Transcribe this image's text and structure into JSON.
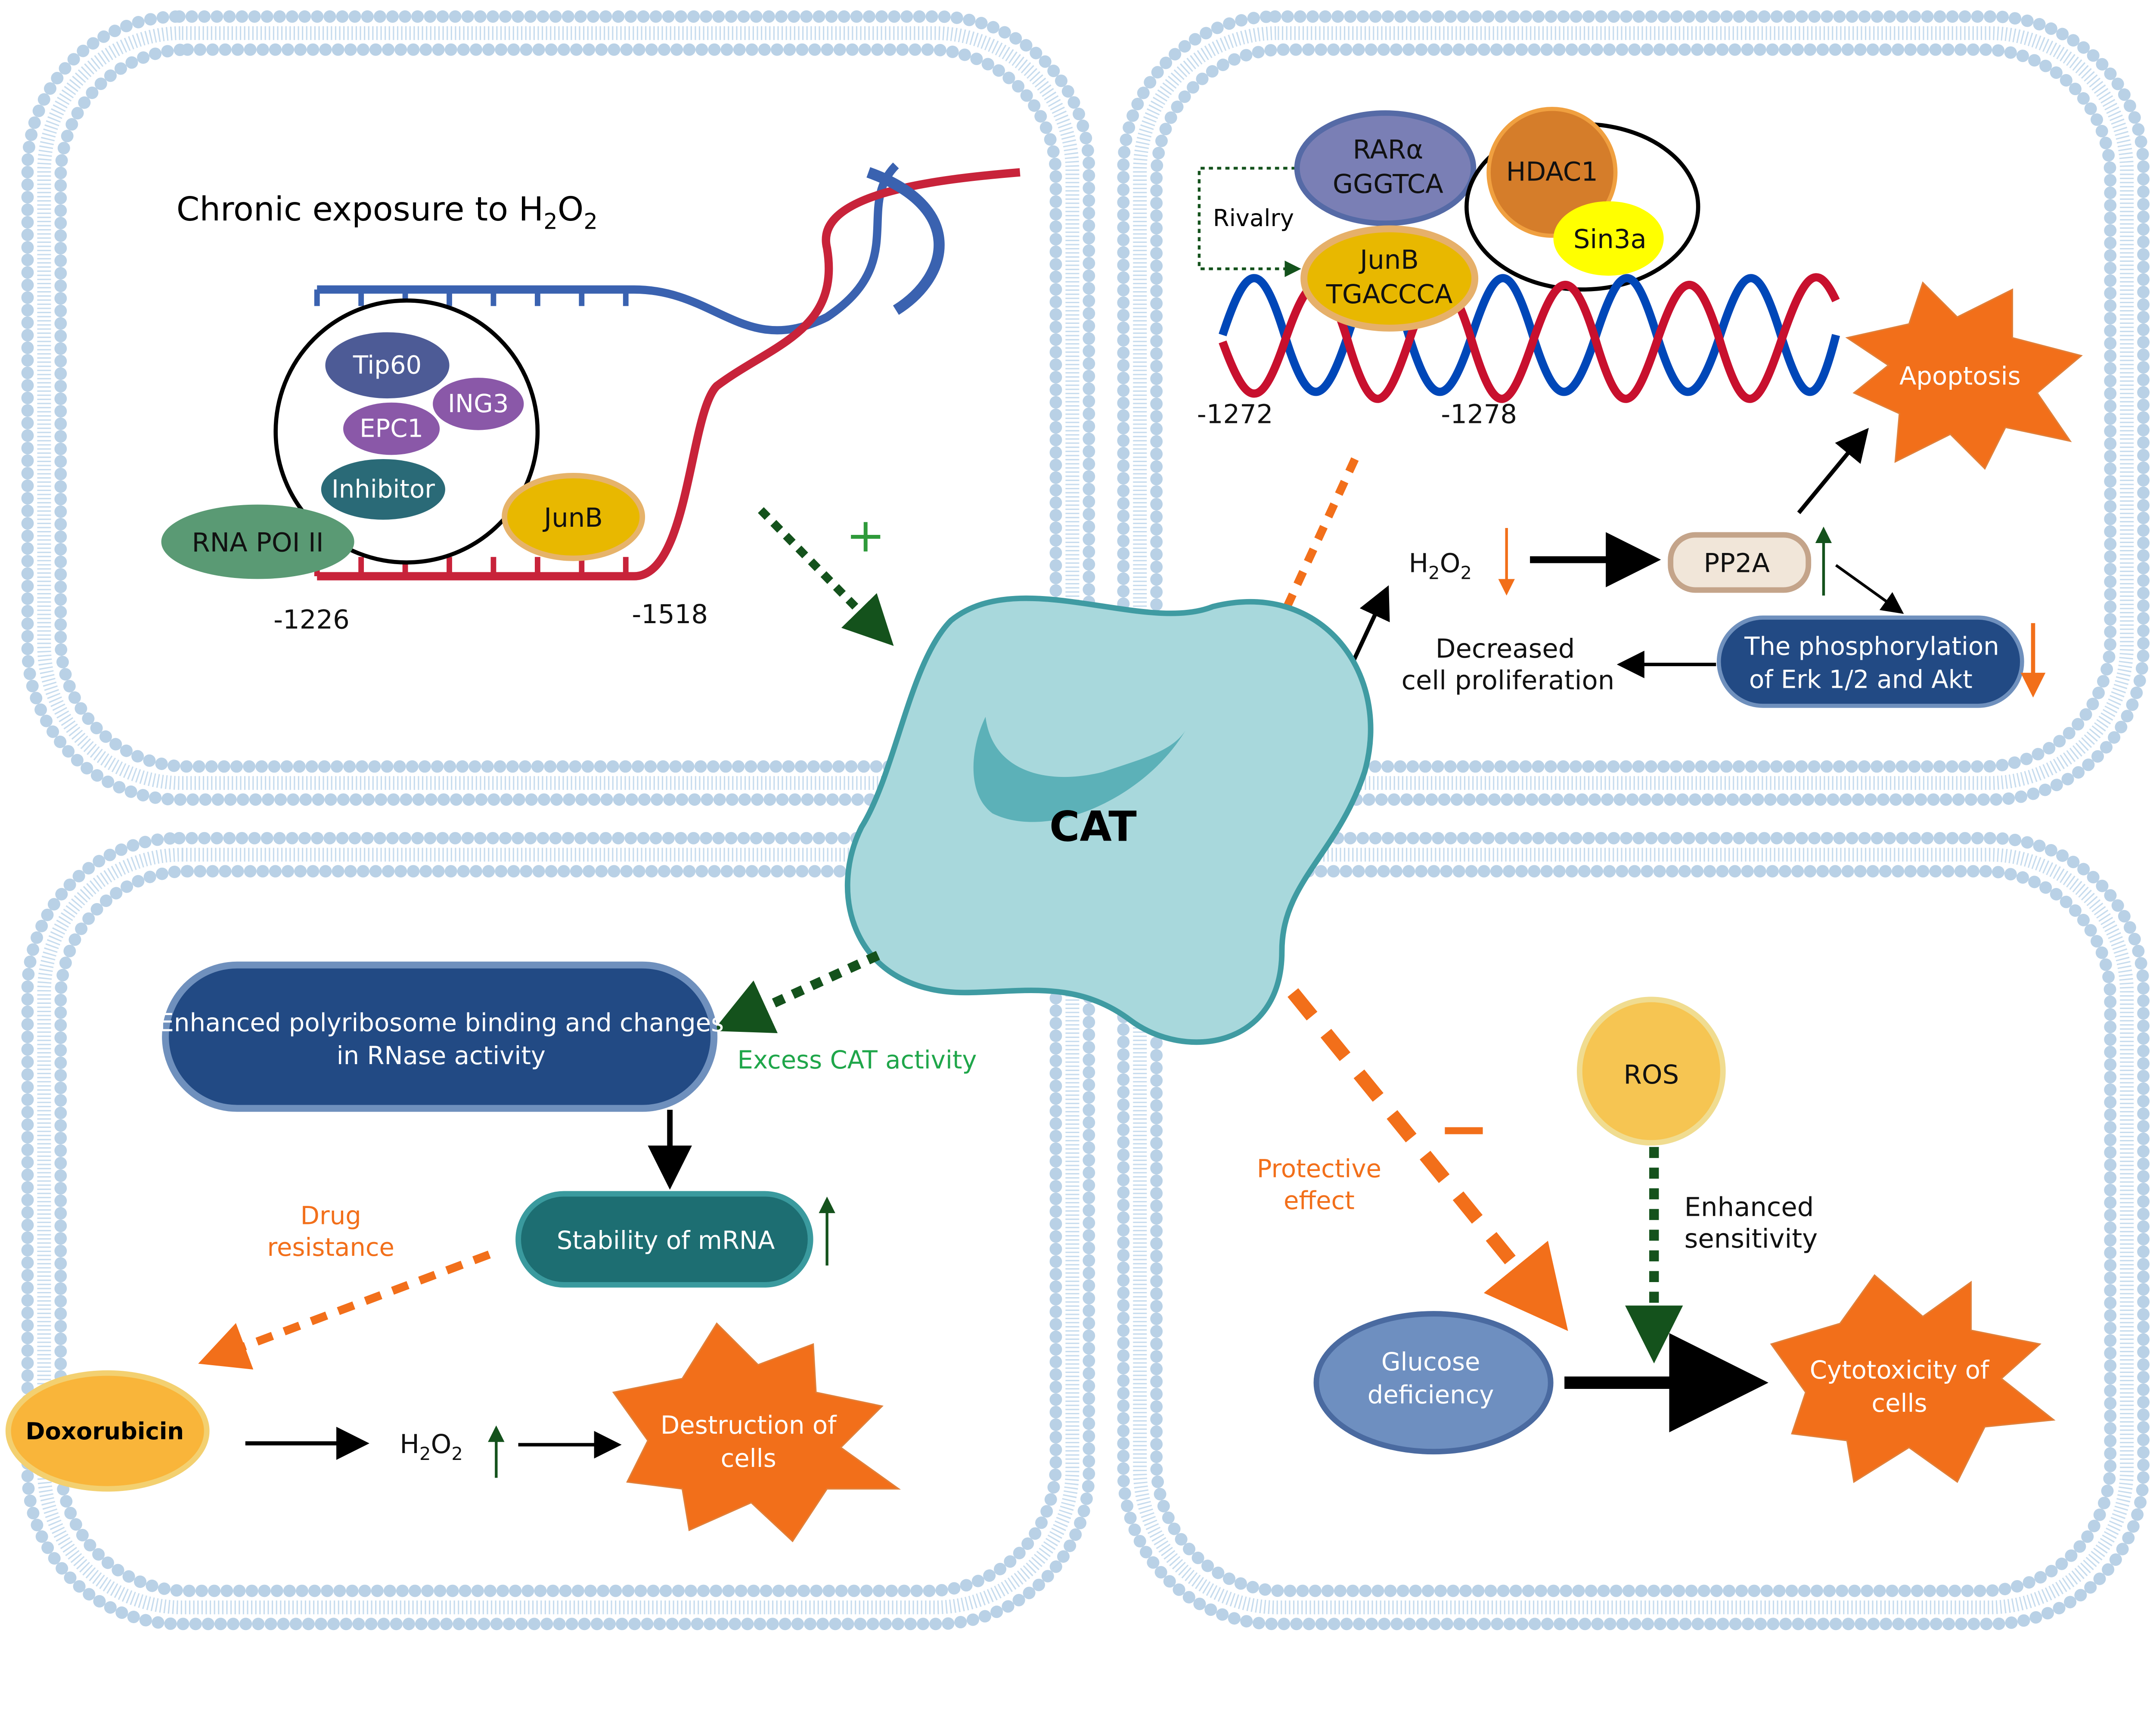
{
  "top_left": {
    "title": "Chronic exposure to H",
    "title_sub": "2",
    "title_o": "O",
    "title_sub2": "2",
    "proteins": [
      "Tip60",
      "ING3",
      "EPC1",
      "Inhibitor"
    ],
    "rna_pol": "RNA POI II",
    "junb": "JunB",
    "pos_left": "-1226",
    "pos_right": "-1518",
    "plus": "+"
  },
  "top_right": {
    "rara": "RARα",
    "rara_seq": "GGGTCA",
    "junb": "JunB",
    "junb_seq": "TGACCCA",
    "hdac1": "HDAC1",
    "sin3a": "Sin3a",
    "rivalry": "Rivalry",
    "pos_left": "-1272",
    "pos_right": "-1278",
    "apoptosis": "Apoptosis",
    "h2o2": "H",
    "pp2a": "PP2A",
    "decreased": [
      "Decreased",
      "cell proliferation"
    ],
    "phospho": [
      "The phosphorylation",
      "of Erk 1/2 and Akt"
    ]
  },
  "center": {
    "cat": "CAT"
  },
  "bottom_left": {
    "polyribosome": [
      "Enhanced polyribosome binding and changes",
      "in RNase activity"
    ],
    "excess": "Excess CAT activity",
    "stability": "Stability of mRNA",
    "drug": [
      "Drug",
      "resistance"
    ],
    "doxorubicin": "Doxorubicin",
    "h2o2": "H",
    "destruction": [
      "Destruction of",
      "cells"
    ]
  },
  "bottom_right": {
    "protective": [
      "Protective",
      "effect"
    ],
    "minus": "−",
    "ros": "ROS",
    "enhanced": [
      "Enhanced",
      "sensitivity"
    ],
    "glucose": [
      "Glucose",
      "deficiency"
    ],
    "cytotoxicity": [
      "Cytotoxicity of",
      "cells"
    ]
  },
  "colors": {
    "membrane": "#b9d1e6",
    "cat": "#a8d8dc",
    "orange": "#f26f1a",
    "darkgreen": "#14521c",
    "navy": "#224a84",
    "teal": "#1d6e72"
  }
}
